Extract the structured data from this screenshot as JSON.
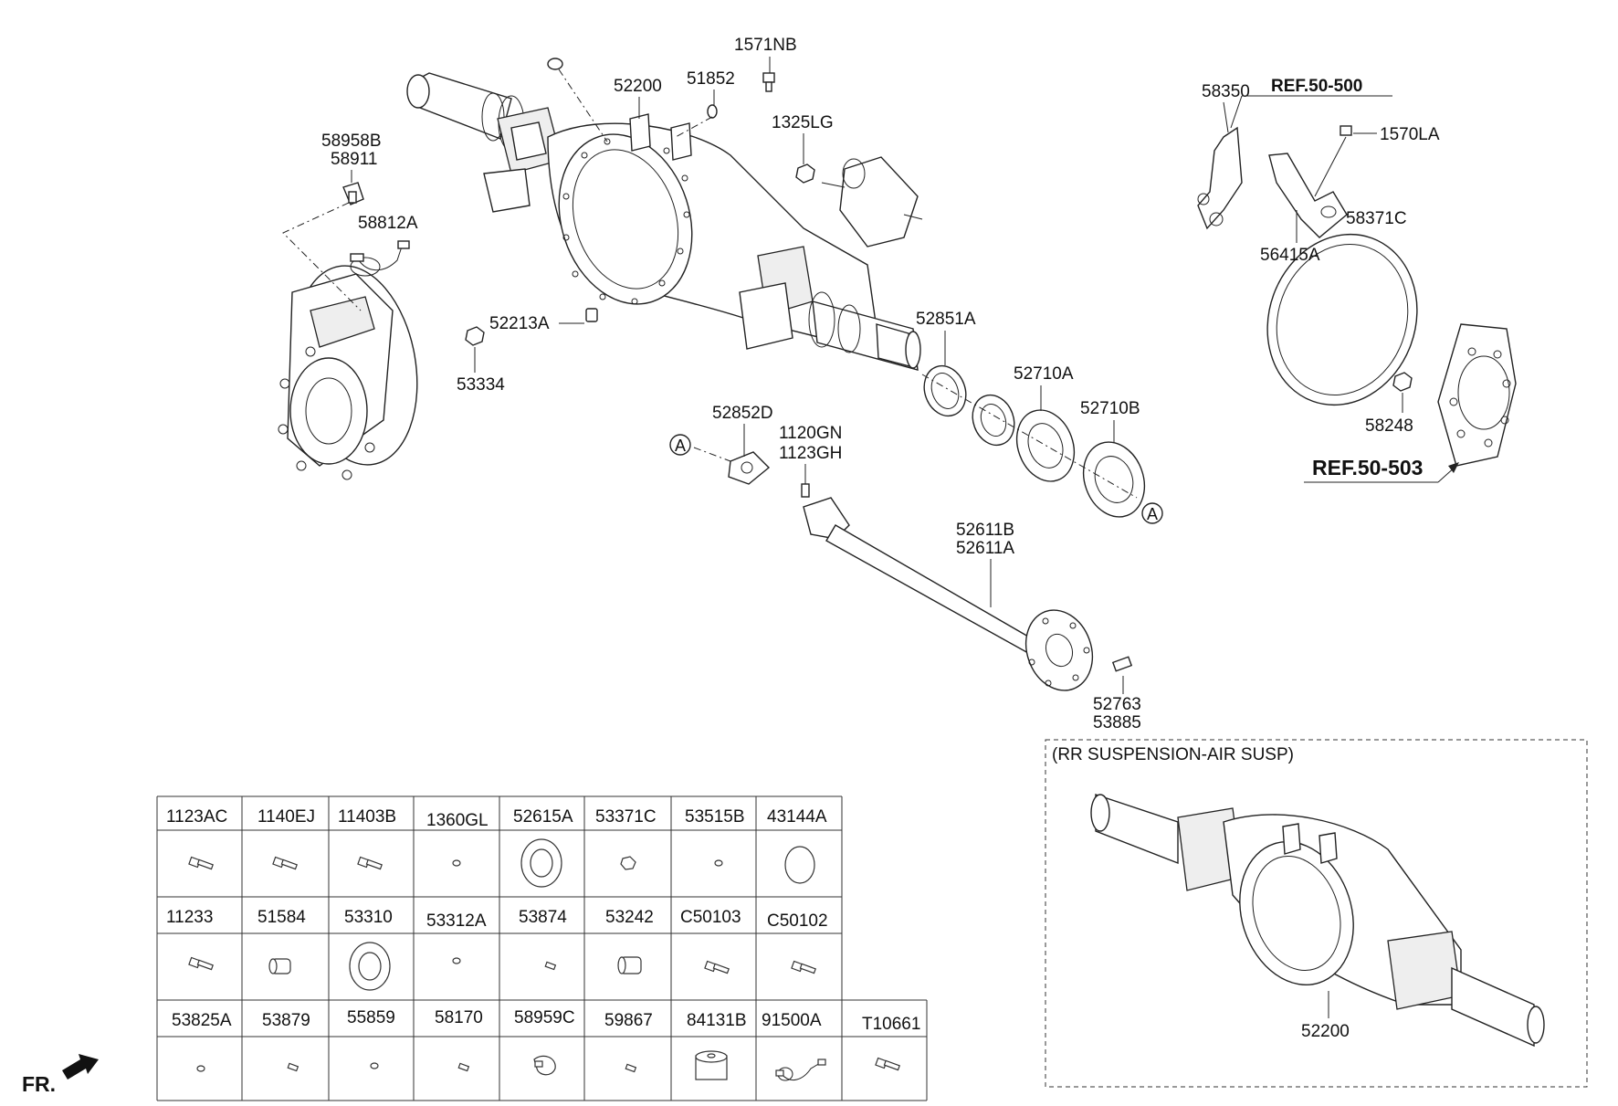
{
  "callouts": {
    "c1571NB": "1571NB",
    "c52200": "52200",
    "c51852": "51852",
    "c1325LG": "1325LG",
    "c58958B": "58958B",
    "c58911": "58911",
    "c58812A": "58812A",
    "c52213A": "52213A",
    "c53334": "53334",
    "c52851A": "52851A",
    "c52710A": "52710A",
    "c52710B": "52710B",
    "c52852D": "52852D",
    "c1120GN": "1120GN",
    "c1123GH": "1123GH",
    "c52611B": "52611B",
    "c52611A": "52611A",
    "c52763": "52763",
    "c53885": "53885",
    "c58350": "58350",
    "c1570LA": "1570LA",
    "c56415A": "56415A",
    "c58371C": "58371C",
    "c58248": "58248",
    "c52200b": "52200"
  },
  "refs": {
    "ref50500": "REF.50-500",
    "ref50503": "REF.50-503"
  },
  "markers": {
    "a1": "A",
    "a2": "A"
  },
  "inset": {
    "title": "(RR SUSPENSION-AIR SUSP)"
  },
  "front_label": "FR.",
  "parts_table": {
    "row1": [
      "1123AC",
      "1140EJ",
      "11403B",
      "1360GL",
      "52615A",
      "53371C",
      "53515B",
      "43144A"
    ],
    "row2": [
      "11233",
      "51584",
      "53310",
      "53312A",
      "53874",
      "53242",
      "C50103",
      "C50102"
    ],
    "row3": [
      "53825A",
      "53879",
      "55859",
      "58170",
      "58959C",
      "59867",
      "84131B",
      "91500A",
      "T10661"
    ]
  }
}
